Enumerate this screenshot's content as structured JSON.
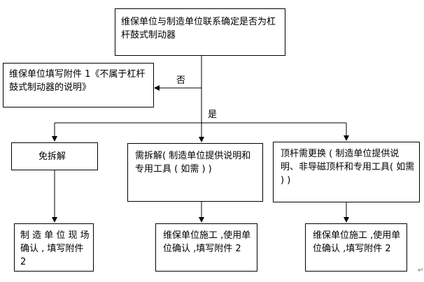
{
  "nodes": {
    "top": {
      "text": "维保单位与制造单位联系确定是否为杠杆鼓式制动器"
    },
    "left": {
      "text": "维保单位填写附件 1《不属于杠杆鼓式制动器的说明》"
    },
    "exempt": {
      "text": "免拆解"
    },
    "tools_needed": {
      "text": "需拆解( 制造单位提供说明和专用工具 ( 如需 ) )"
    },
    "pin_replace": {
      "text": "顶杆需更换 ( 制造单位提供说明、非导磁顶杆和专用工具( 如需 ) )"
    },
    "confirm_site": {
      "text": "制 造 单 位 现 场 确认 , 填写附件 2"
    },
    "confirm_unit_1": {
      "text": "维保单位施工 ,使用单位确认 ,填写附件 2"
    },
    "confirm_unit_2": {
      "text": "维保单位施工 ,使用单位确认 ,填写附件 2"
    }
  },
  "labels": {
    "no": "否",
    "yes": "是"
  },
  "para_mark": "↵"
}
